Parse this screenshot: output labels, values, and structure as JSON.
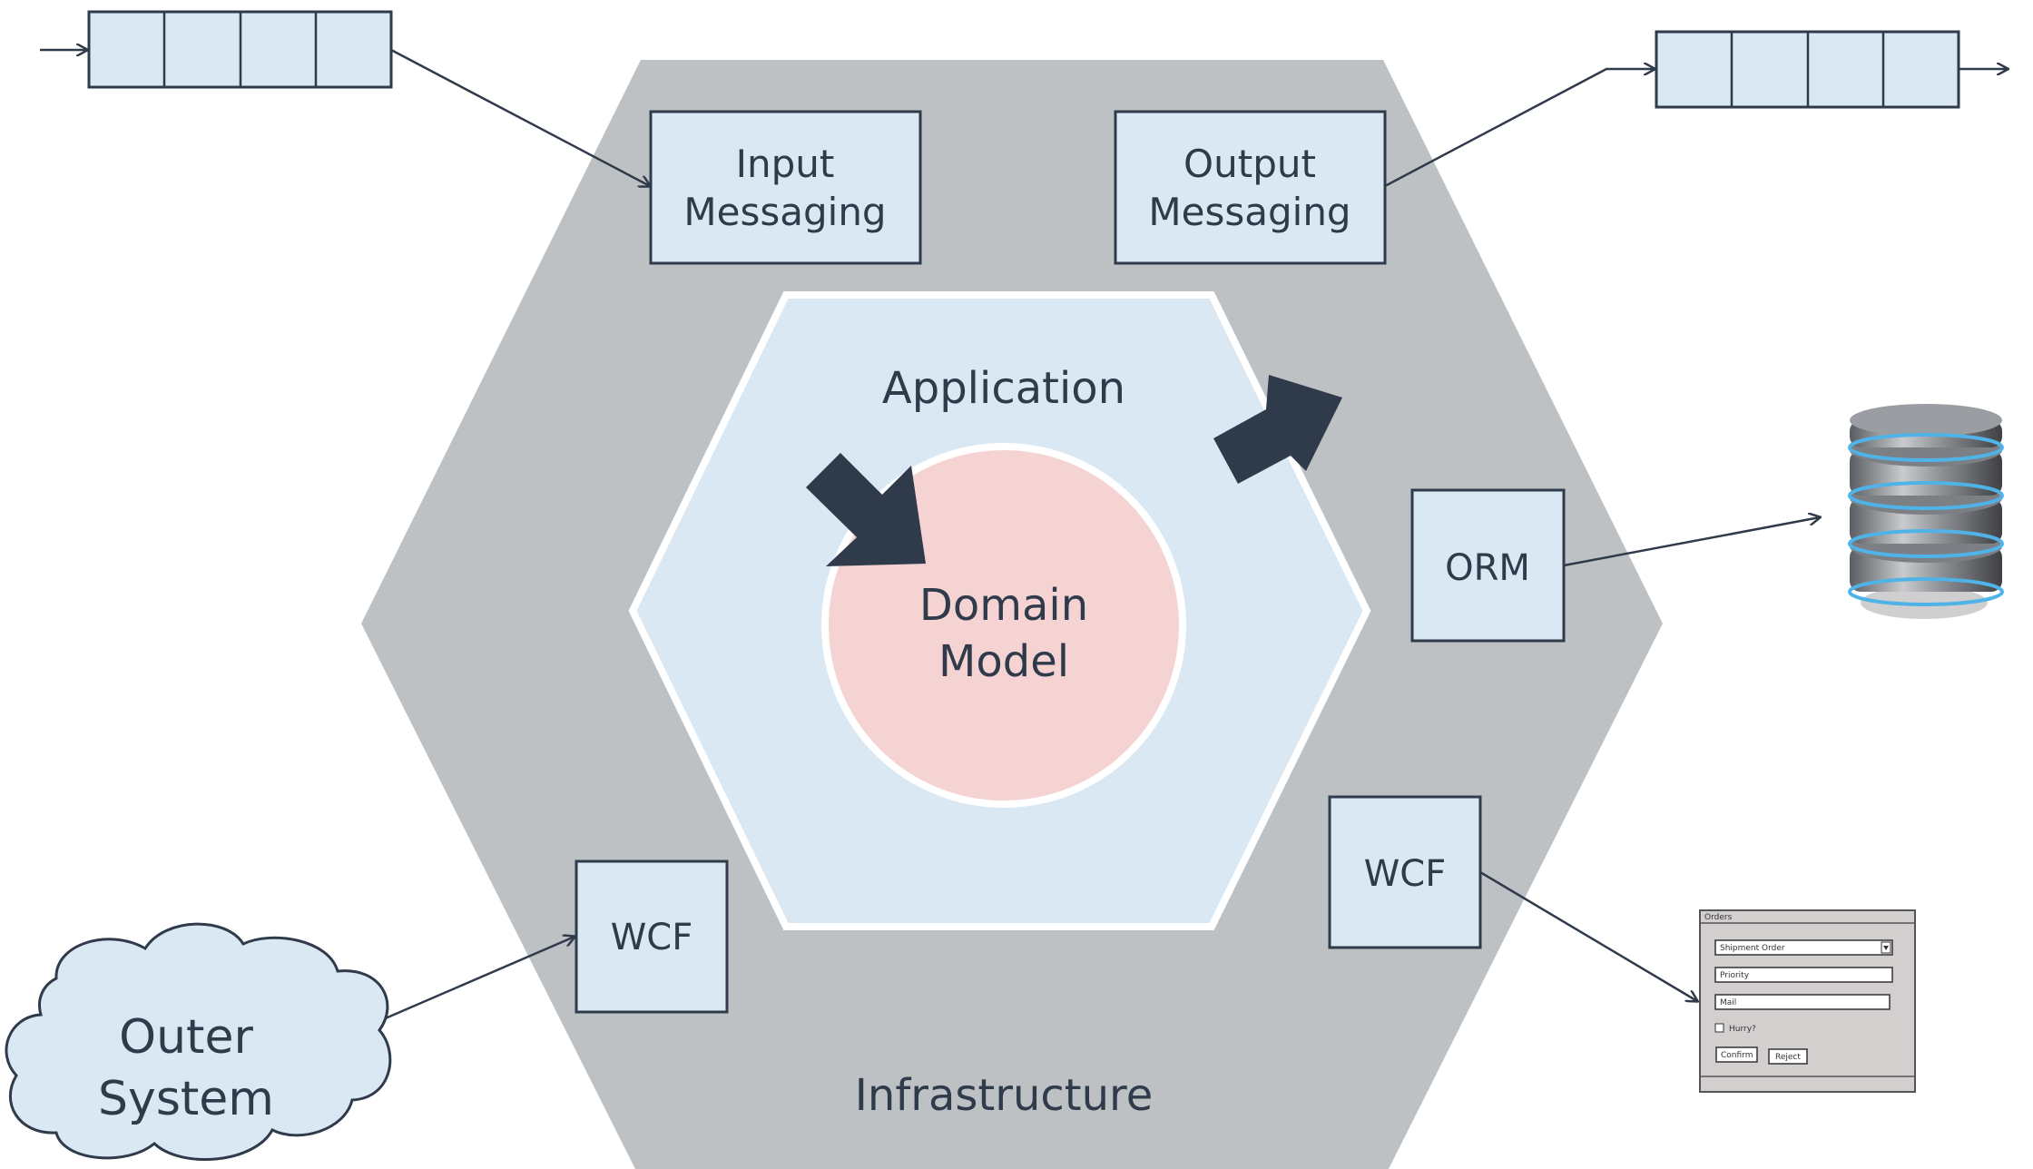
{
  "layers": {
    "infrastructure": "Infrastructure",
    "application": "Application",
    "domain_model": [
      "Domain",
      "Model"
    ]
  },
  "adapters": {
    "input_messaging": [
      "Input",
      "Messaging"
    ],
    "output_messaging": [
      "Output",
      "Messaging"
    ],
    "orm": "ORM",
    "wcf_left": "WCF",
    "wcf_right": "WCF"
  },
  "external": {
    "outer_system": [
      "Outer",
      "System"
    ]
  },
  "form_window": {
    "title": "Orders",
    "dropdown_value": "Shipment Order",
    "field_1": "Priority",
    "field_2": "Mail",
    "checkbox_label": "Hurry?",
    "confirm_button": "Confirm",
    "reject_button": "Reject"
  },
  "colors": {
    "infrastructure": "#bec1c4",
    "application": "#d9e8f2",
    "domain_model": "#f5d3d3",
    "stroke": "#2f3a4a"
  }
}
